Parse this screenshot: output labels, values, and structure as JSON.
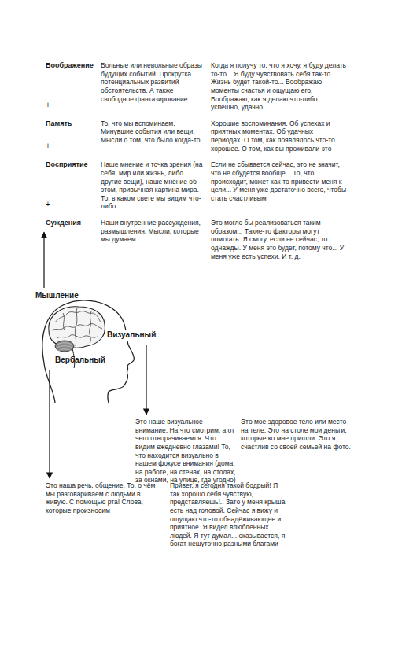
{
  "diagram": {
    "labels": [
      "Воображение",
      "+",
      "Вольные или невольные образы будущих событий. Прокрутка потенциальных развитий обстоятельств. А также свободное фантазирование",
      "Когда я получу то, что я хочу, я буду делать то-то... Я буду чувствовать себя так-то... Жизнь будет такой-то... Воображаю моменты счастья и ощущаю его. Воображаю, как я делаю что-либо успешно, удачно",
      "Память",
      "+",
      "То, что мы вспоминаем. Минувшие события или вещи. Мысли о том, что было когда-то",
      "Хорошие воспоминания. Об успехах и приятных моментах. Об удачных периодах. О том, как появлялось что-то хорошее. О том, как вы проживали это",
      "Восприятие",
      "+",
      "Наше мнение и точка зрения (на себя, мир или жизнь, либо другие вещи), наше мнение об этом, привычная картина мира. То, в каком свете мы видим что-либо",
      "Если не сбывается сейчас, это не значит, что не сбудется вообще... То, что происходит, может как-то привести меня к цели... У меня уже достаточно всего, чтобы стать счастливым",
      "Суждения",
      "Наши внутренние рассуждения, размышления. Мысли, которые мы думаем",
      "Это могло бы реализоваться таким образом... Такие-то факторы могут помогать. Я смогу, если не сейчас, то однажды. У меня это будет, потому что... У меня уже есть успехи. И т. д.",
      "Мышление",
      "Визуальный",
      "Вербальный",
      "Это наше визуальное внимание. На что смотрим, а от чего отворачиваемся. Что видим ежедневно глазами! То, что находится визуально в нашем фокусе внимания (дома, на работе, на стенах, на столах, за окнами, на улице, где угодно)",
      "Это мое здоровое тело или место на теле. Это на столе мои деньги, которые ко мне пришли. Это я счастлив со своей семьей на фото.",
      "Это наша речь, общение. То, о чём мы разговариваем с людьми в живую. С помощью рта! Слова, которые произносим",
      "Привет, я сегодня такой бодрый! Я так хорошо себя чувствую, представляешь!.. Зато у меня крыша есть над головой. Сейчас я вижу и ощущаю что-то обнадёживающее и приятное. Я видел влюбленных людей. Я тут думал... оказывается, я богат нешуточно разными благами"
    ]
  }
}
